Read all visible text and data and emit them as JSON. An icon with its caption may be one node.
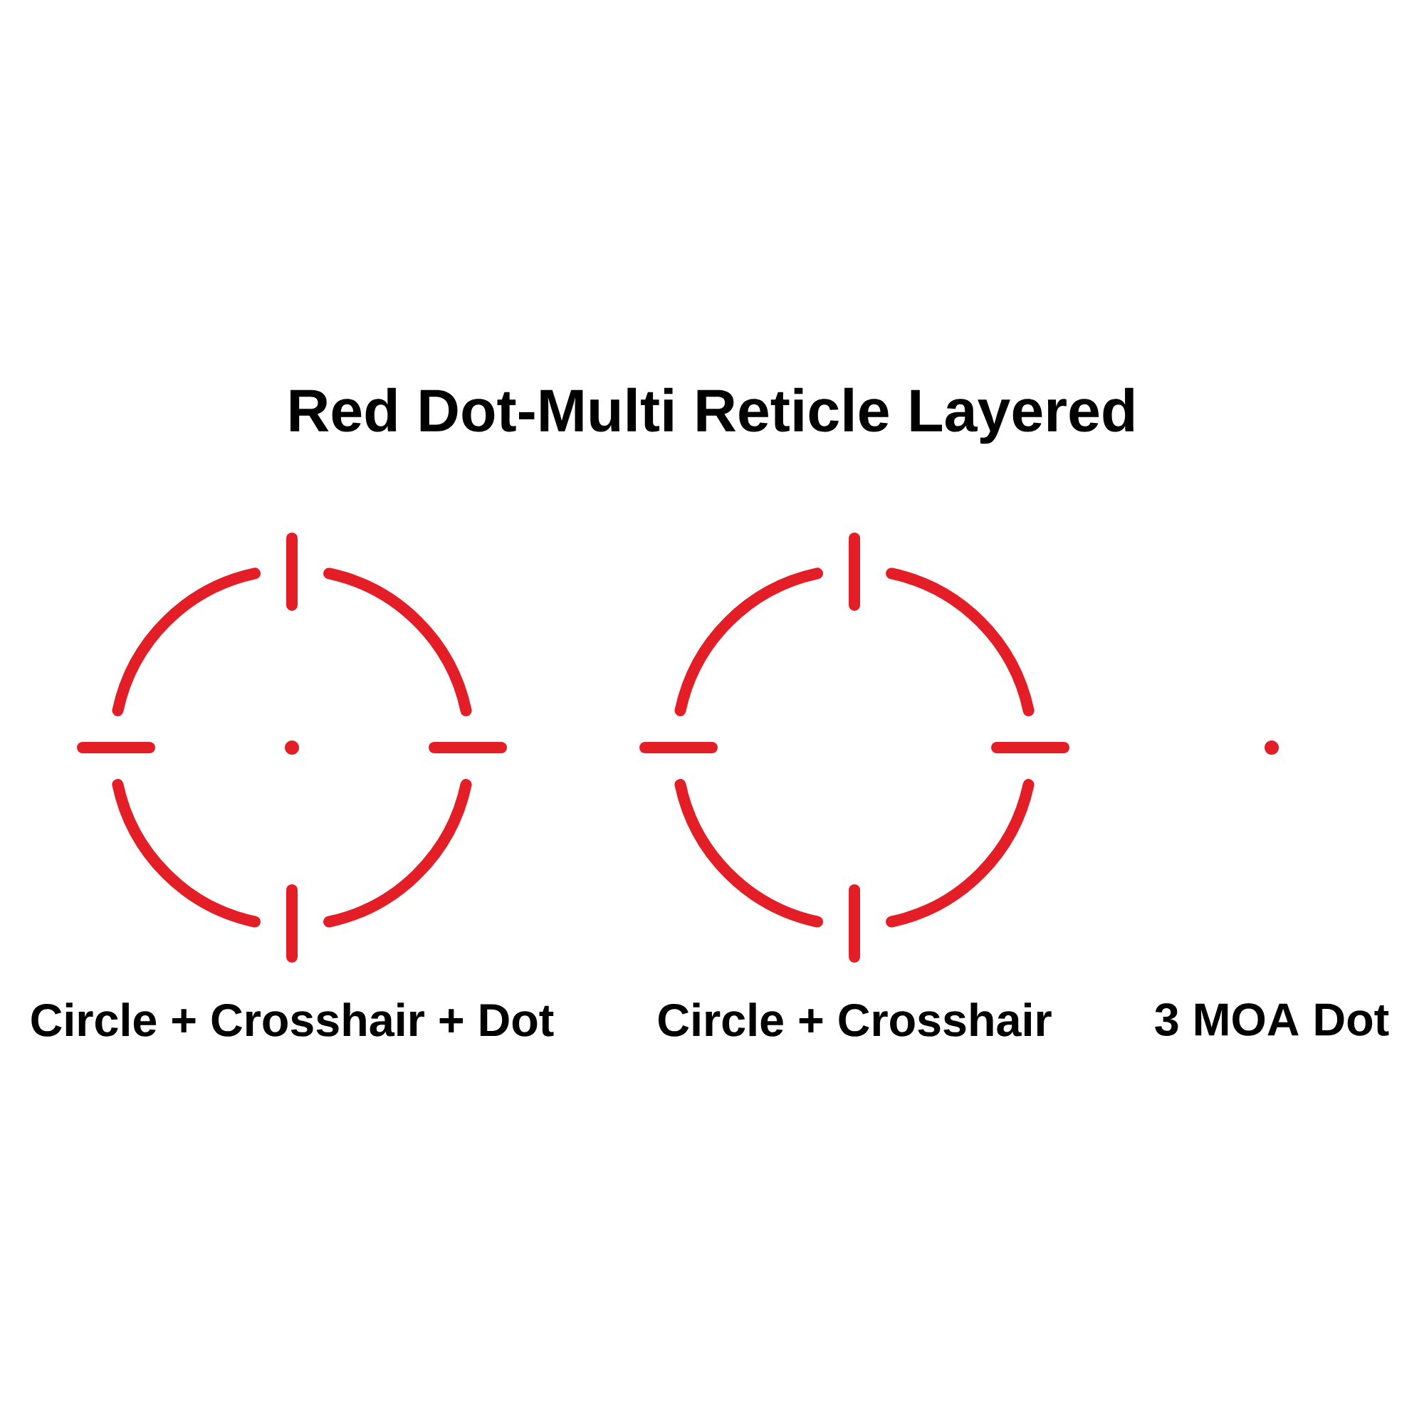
{
  "diagram": {
    "title": "Red Dot-Multi Reticle Layered",
    "labels": [
      "Circle + Crosshair + Dot",
      "Circle + Crosshair",
      "3 MOA Dot"
    ]
  }
}
